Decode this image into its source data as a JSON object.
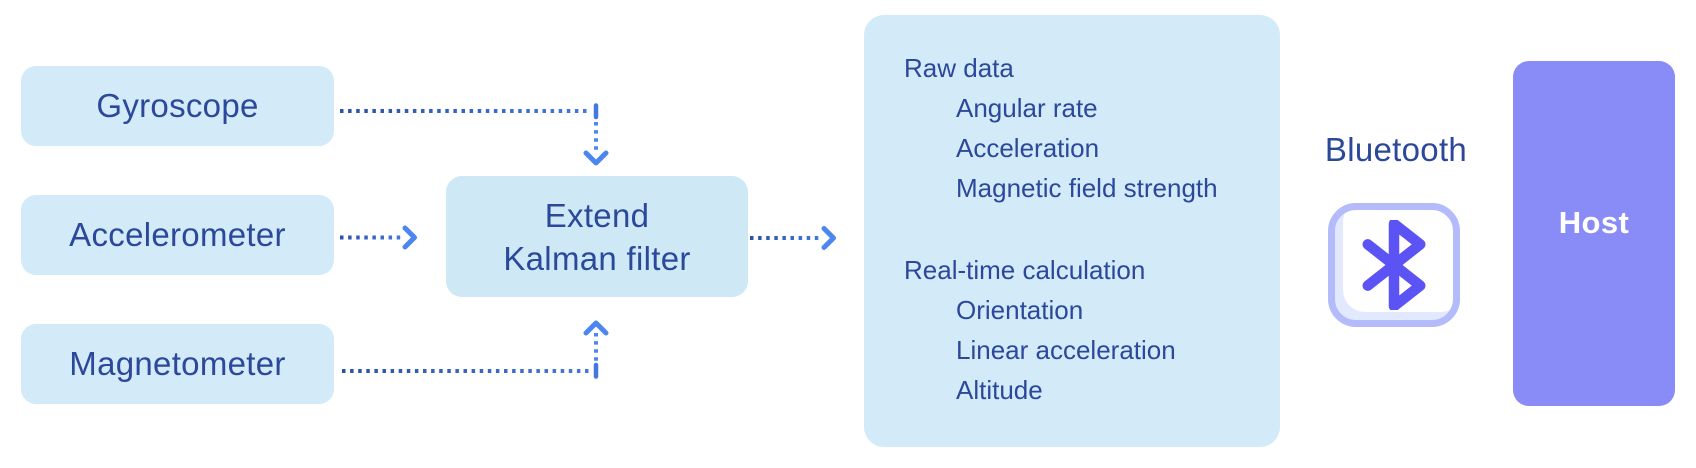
{
  "sensors": [
    {
      "label": "Gyroscope"
    },
    {
      "label": "Accelerometer"
    },
    {
      "label": "Magnetometer"
    }
  ],
  "filter": {
    "line1": "Extend",
    "line2": "Kalman filter"
  },
  "output_panel": {
    "sections": [
      {
        "heading": "Raw data",
        "items": [
          "Angular rate",
          "Acceleration",
          "Magnetic field strength"
        ]
      },
      {
        "heading": "Real-time calculation",
        "items": [
          "Orientation",
          "Linear acceleration",
          "Altitude"
        ]
      }
    ]
  },
  "bluetooth": {
    "label": "Bluetooth",
    "icon": "bluetooth-icon"
  },
  "host": {
    "label": "Host"
  },
  "colors": {
    "panel_fill": "#d3eaf8",
    "filter_fill": "#cfe8f6",
    "text_navy": "#2b489a",
    "dot_navy": "#2b51a7",
    "mid_blue": "#4478df",
    "tick_blue": "#4478df",
    "arrow_blue": "#4c87f1",
    "host_purple": "#898bf7",
    "bluetooth_glyph": "#5b53f4",
    "bluetooth_border": "#b3bbfb",
    "bluetooth_inner": "#e2e9fe"
  }
}
